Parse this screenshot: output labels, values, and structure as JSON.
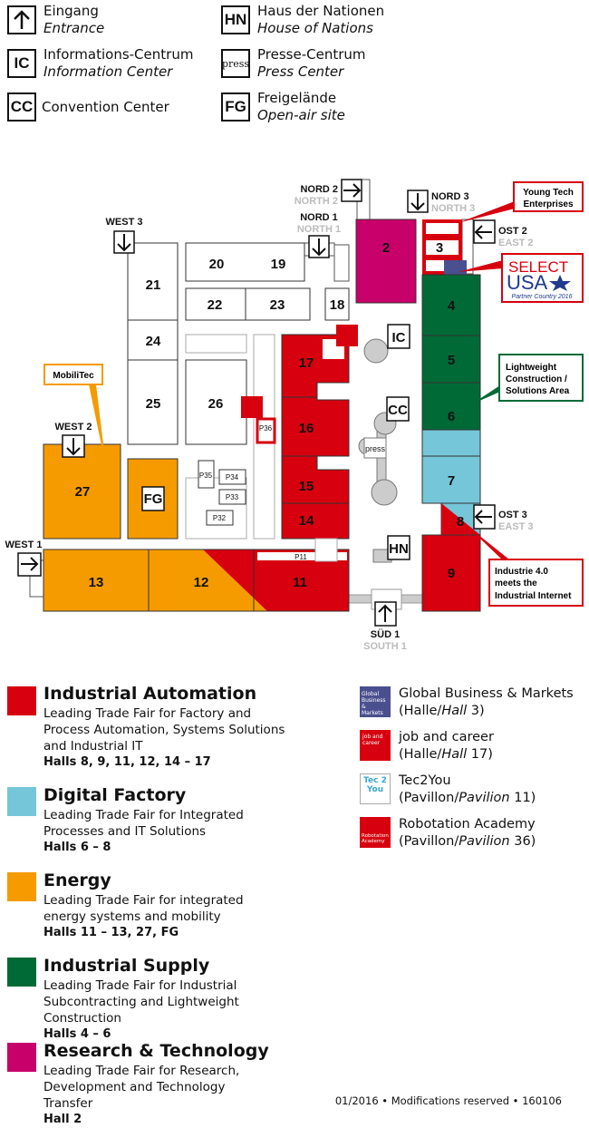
{
  "key": {
    "entrance": {
      "icon": "arrow-up-icon",
      "de": "Eingang",
      "en": "Entrance"
    },
    "ic": {
      "icon": "IC",
      "de": "Informations-Centrum",
      "en": "Information Center"
    },
    "cc": {
      "icon": "CC",
      "de": "Convention Center"
    },
    "hn": {
      "icon": "HN",
      "de": "Haus der Nationen",
      "en": "House of Nations"
    },
    "press": {
      "icon": "press",
      "de": "Presse-Centrum",
      "en": "Press Center"
    },
    "fg": {
      "icon": "FG",
      "de": "Freigelände",
      "en": "Open-air site"
    }
  },
  "colors": {
    "automation": "#d7000f",
    "digital": "#76c6da",
    "energy": "#f59b00",
    "supply": "#006a36",
    "research": "#c8006a"
  },
  "halls": {
    "h2": "2",
    "h3": "3",
    "h4": "4",
    "h5": "5",
    "h6": "6",
    "h7": "7",
    "h8": "8",
    "h9": "9",
    "h11": "11",
    "h12": "12",
    "h13": "13",
    "h14": "14",
    "h15": "15",
    "h16": "16",
    "h17": "17",
    "h18": "18",
    "h19": "19",
    "h20": "20",
    "h21": "21",
    "h22": "22",
    "h23": "23",
    "h24": "24",
    "h25": "25",
    "h26": "26",
    "h27": "27",
    "fg": "FG",
    "ic": "IC",
    "cc": "CC",
    "hn": "HN",
    "press": "press",
    "p11": "P11",
    "p32": "P32",
    "p33": "P33",
    "p34": "P34",
    "p35": "P35",
    "p36": "P36"
  },
  "entrances": {
    "nord1": [
      "NORD 1",
      "NORTH 1"
    ],
    "nord2": [
      "NORD 2",
      "NORTH 2"
    ],
    "nord3": [
      "NORD 3",
      "NORTH 3"
    ],
    "ost2": [
      "OST 2",
      "EAST 2"
    ],
    "ost3": [
      "OST 3",
      "EAST 3"
    ],
    "west1": [
      "WEST 1"
    ],
    "west2": [
      "WEST 2"
    ],
    "west3": [
      "WEST 3"
    ],
    "sued1": [
      "SÜD 1",
      "SOUTH 1"
    ]
  },
  "callouts": {
    "young_tech": [
      "Young Tech",
      "Enterprises"
    ],
    "select_usa": [
      "SELECT",
      "USA",
      "Partner Country 2016"
    ],
    "lightweight": [
      "Lightweight",
      "Construction /",
      "Solutions Area"
    ],
    "industrie": [
      "Industrie 4.0",
      "meets the",
      "Industrial Internet"
    ],
    "mobilitec": "MobiliTec"
  },
  "logo_text": {
    "global": "Global Business & Markets",
    "job": "job and career",
    "tec": "Tec 2 You",
    "robo": "Robotation Academy"
  },
  "legend": [
    {
      "title": "Industrial Automation",
      "desc": "Leading Trade Fair for Factory and Process Automation, Systems Solutions and Industrial IT",
      "halls": "Halls 8, 9, 11, 12, 14 – 17"
    },
    {
      "title": "Digital Factory",
      "desc": "Leading Trade Fair for Integrated Processes and IT Solutions",
      "halls": "Halls 6 – 8"
    },
    {
      "title": "Energy",
      "desc": "Leading Trade Fair for integrated energy systems and mobility",
      "halls": "Halls 11 – 13, 27, FG"
    },
    {
      "title": "Industrial Supply",
      "desc": "Leading Trade Fair for Industrial Subcontracting and Lightweight Construction",
      "halls": "Halls 4 – 6"
    },
    {
      "title": "Research & Technology",
      "desc": "Leading Trade Fair for Research, Development and Technology Transfer",
      "halls": "Hall 2"
    }
  ],
  "specials": [
    {
      "name": "Global Business & Markets",
      "pre": "(Halle/",
      "it": "Hall",
      "post": " 3)"
    },
    {
      "name": "job and career",
      "pre": "(Halle/",
      "it": "Hall",
      "post": " 17)"
    },
    {
      "name": "Tec2You",
      "pre": "(Pavillon/",
      "it": "Pavilion",
      "post": " 11)"
    },
    {
      "name": "Robotation Academy",
      "pre": "(Pavillon/",
      "it": "Pavilion",
      "post": " 36)"
    }
  ],
  "footer": "01/2016 • Modifications reserved • 160106"
}
